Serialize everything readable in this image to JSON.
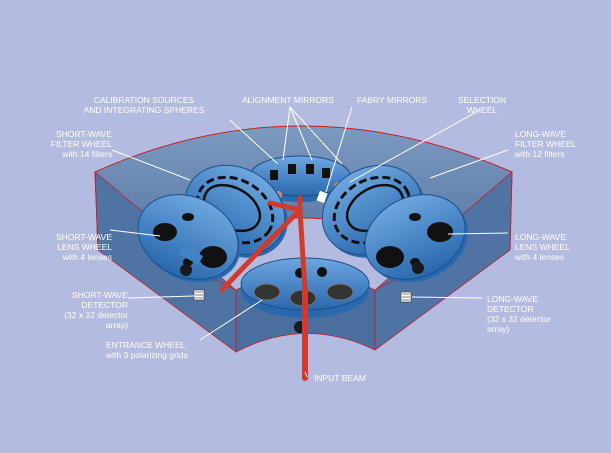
{
  "labels": {
    "calibration": [
      "CALIBRATION SOURCES",
      "AND INTEGRATING SPHERES"
    ],
    "alignment": "ALIGNMENT MIRRORS",
    "fabry": "FABRY MIRRORS",
    "selection": [
      "SELECTION",
      "WHEEL"
    ],
    "sw_filter": [
      "SHORT-WAVE",
      "FILTER WHEEL",
      "with 14 filters"
    ],
    "lw_filter": [
      "LONG-WAVE",
      "FILTER WHEEL",
      "with 12 filters"
    ],
    "sw_lens": [
      "SHORT-WAVE",
      "LENS WHEEL",
      "with 4 lenses"
    ],
    "lw_lens": [
      "LONG-WAVE",
      "LENS WHEEL",
      "with 4 lenses"
    ],
    "sw_detector": [
      "SHORT-WAVE",
      "DETECTOR",
      "(32 x 32 detector",
      "array)"
    ],
    "lw_detector": [
      "LONG-WAVE",
      "DETECTOR",
      "(32 x 32 detector",
      "array)"
    ],
    "entrance": [
      "ENTRANCE WHEEL",
      "with 3 polarizing grids"
    ],
    "input_beam": "INPUT BEAM"
  },
  "colors": {
    "background": "#b4bbe0",
    "housing": "#5b7fae",
    "housing_dark": "#3f6190",
    "edge": "#c0222a",
    "wheel": "#2f74b8",
    "beam": "#d23a2c",
    "label": "#ffffff"
  }
}
